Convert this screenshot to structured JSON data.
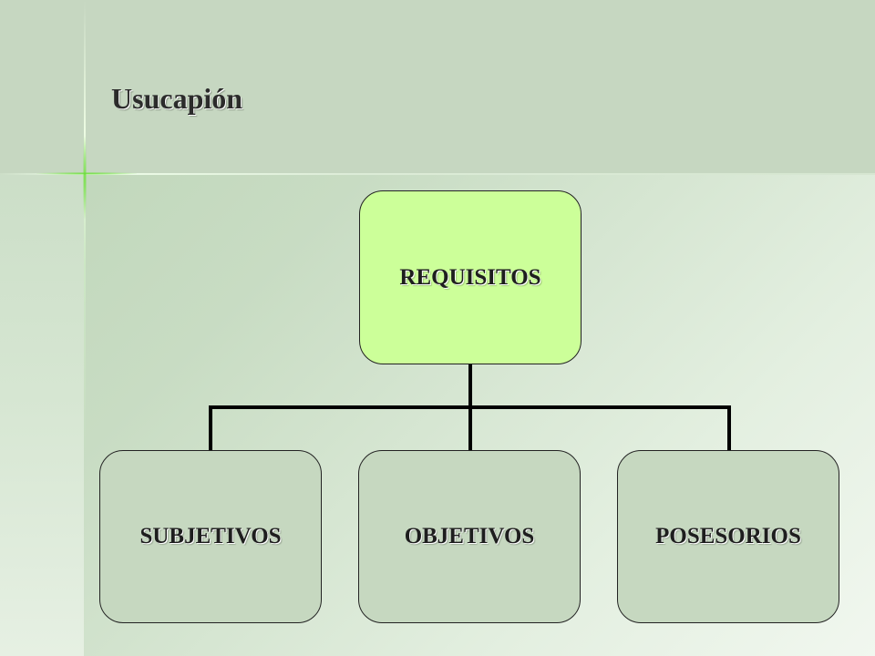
{
  "slide": {
    "title": "Usucapión"
  },
  "diagram": {
    "root": {
      "label": "REQUISITOS"
    },
    "children": [
      {
        "label": "SUBJETIVOS"
      },
      {
        "label": "OBJETIVOS"
      },
      {
        "label": "POSESORIOS"
      }
    ]
  },
  "colors": {
    "root_fill": "#ccff99",
    "child_fill": "#c6d8c0",
    "connector": "#000000"
  }
}
